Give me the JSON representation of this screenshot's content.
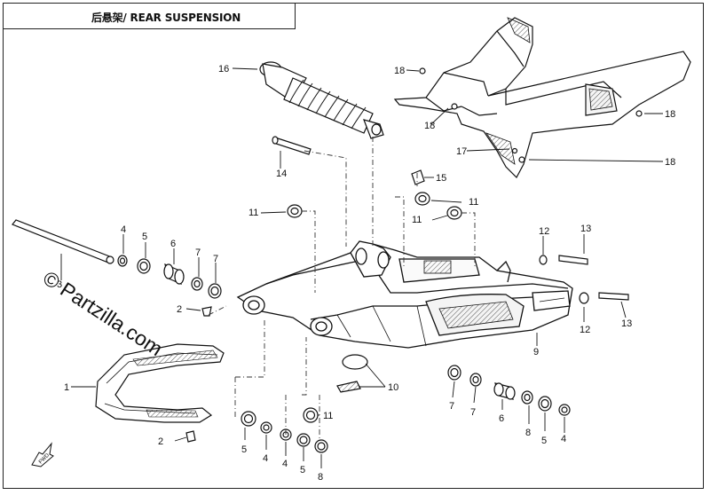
{
  "title": "后悬架/ REAR SUSPENSION",
  "watermark": "© Partzilla.com",
  "fwd_label": "FWD",
  "callouts": {
    "c1": "1",
    "c2a": "2",
    "c2b": "2",
    "c3": "3",
    "c4a": "4",
    "c4b": "4",
    "c4c": "4",
    "c4d": "4",
    "c5a": "5",
    "c5b": "5",
    "c5c": "5",
    "c5d": "5",
    "c6a": "6",
    "c6b": "6",
    "c7a": "7",
    "c7b": "7",
    "c7c": "7",
    "c7d": "7",
    "c8a": "8",
    "c8b": "8",
    "c9": "9",
    "c10": "10",
    "c11a": "11",
    "c11b": "11",
    "c11c": "11",
    "c11d": "11",
    "c12a": "12",
    "c12b": "12",
    "c13a": "13",
    "c13b": "13",
    "c14": "14",
    "c15": "15",
    "c16": "16",
    "c17": "17",
    "c18a": "18",
    "c18b": "18",
    "c18c": "18",
    "c18d": "18"
  }
}
